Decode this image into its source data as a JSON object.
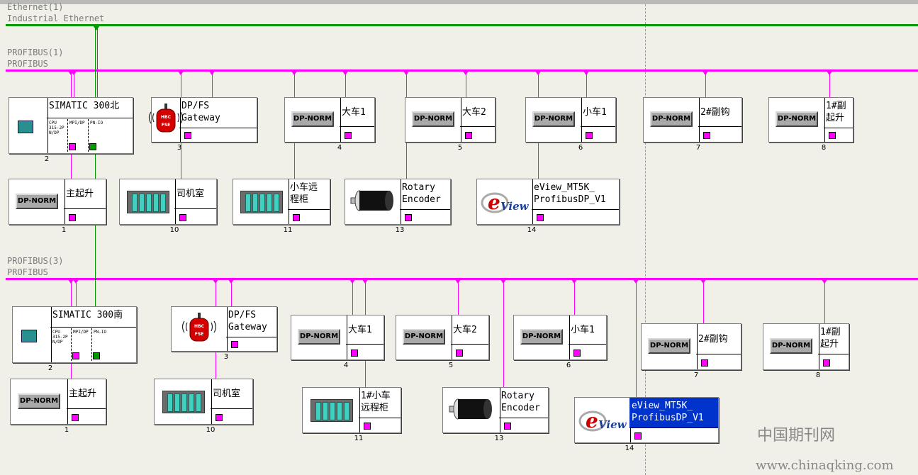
{
  "networks": {
    "ethernet": {
      "name": "Ethernet(1)",
      "type": "Industrial Ethernet",
      "color": "#009900"
    },
    "profibus1": {
      "name": "PROFIBUS(1)",
      "type": "PROFIBUS",
      "color": "#ff00ff"
    },
    "profibus3": {
      "name": "PROFIBUS(3)",
      "type": "PROFIBUS",
      "color": "#ff00ff"
    }
  },
  "bus1_nodes": [
    {
      "title": "SIMATIC 300北",
      "num": "2",
      "icon": "cpu-module-icon",
      "cpu_labels": [
        "CPU\n315-2P\nN/DP",
        "MPI/DP",
        "PN-IO"
      ]
    },
    {
      "title": "DP/FS\nGateway",
      "num": "3",
      "icon": "dp-fs-gateway-icon",
      "badge": "HBC\nFSE"
    },
    {
      "title": "大车1",
      "num": "4",
      "icon": "dp-norm-icon",
      "dp": "DP-NORM"
    },
    {
      "title": "大车2",
      "num": "5",
      "icon": "dp-norm-icon",
      "dp": "DP-NORM"
    },
    {
      "title": "小车1",
      "num": "6",
      "icon": "dp-norm-icon",
      "dp": "DP-NORM"
    },
    {
      "title": "2#副钩",
      "num": "7",
      "icon": "dp-norm-icon",
      "dp": "DP-NORM"
    },
    {
      "title": "1#副\n起升",
      "num": "8",
      "icon": "dp-norm-icon",
      "dp": "DP-NORM"
    },
    {
      "title": "主起升",
      "num": "1",
      "icon": "dp-norm-icon",
      "dp": "DP-NORM"
    },
    {
      "title": "司机室",
      "num": "10",
      "icon": "io-rack-icon"
    },
    {
      "title": "小车远\n程柜",
      "num": "11",
      "icon": "io-rack-icon"
    },
    {
      "title": "Rotary\nEncoder",
      "num": "13",
      "icon": "rotary-encoder-icon"
    },
    {
      "title": "eView_MT5K_\nProfibusDP_V1",
      "num": "14",
      "icon": "eview-logo-icon",
      "logo": "View"
    }
  ],
  "bus3_nodes": [
    {
      "title": "SIMATIC 300南",
      "num": "2",
      "icon": "cpu-module-icon",
      "cpu_labels": [
        "CPU\n315-2P\nN/DP",
        "MPI/DP",
        "PN-IO"
      ]
    },
    {
      "title": "DP/FS\nGateway",
      "num": "3",
      "icon": "dp-fs-gateway-icon",
      "badge": "HBC\nFSE"
    },
    {
      "title": "大车1",
      "num": "4",
      "icon": "dp-norm-icon",
      "dp": "DP-NORM"
    },
    {
      "title": "大车2",
      "num": "5",
      "icon": "dp-norm-icon",
      "dp": "DP-NORM"
    },
    {
      "title": "小车1",
      "num": "6",
      "icon": "dp-norm-icon",
      "dp": "DP-NORM"
    },
    {
      "title": "2#副钩",
      "num": "7",
      "icon": "dp-norm-icon",
      "dp": "DP-NORM"
    },
    {
      "title": "1#副\n起升",
      "num": "8",
      "icon": "dp-norm-icon",
      "dp": "DP-NORM"
    },
    {
      "title": "主起升",
      "num": "1",
      "icon": "dp-norm-icon",
      "dp": "DP-NORM"
    },
    {
      "title": "司机室",
      "num": "10",
      "icon": "io-rack-icon"
    },
    {
      "title": "1#小车\n远程柜",
      "num": "11",
      "icon": "io-rack-icon"
    },
    {
      "title": "Rotary\nEncoder",
      "num": "13",
      "icon": "rotary-encoder-icon"
    },
    {
      "title": "eView_MT5K_\nProfibusDP_V1",
      "num": "14",
      "icon": "eview-logo-icon",
      "logo": "View",
      "selected": true
    }
  ],
  "watermark": {
    "cn": "中国期刊网",
    "url": "www.chinaqking.com"
  },
  "colors": {
    "profibus": "#ff00ff",
    "ethernet": "#009900",
    "selection": "#0033cc"
  }
}
